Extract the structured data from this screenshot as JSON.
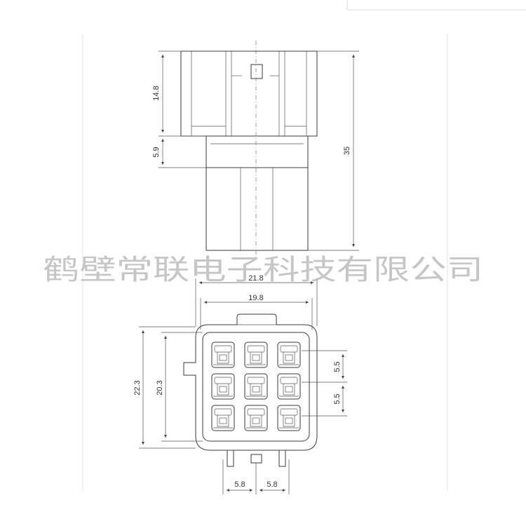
{
  "side_view": {
    "dim_upper_height": "14.8",
    "dim_step_height": "5.9",
    "dim_total_length": "35"
  },
  "front_view": {
    "dim_outer_width": "21.8",
    "dim_inner_width": "19.8",
    "dim_outer_height": "22.3",
    "dim_inner_height": "20.3",
    "dim_pitch_1": "5.5",
    "dim_pitch_2": "5.5",
    "dim_bottom_pitch_1": "5.8",
    "dim_bottom_pitch_2": "5.8",
    "terminal_rows": 3,
    "terminal_cols": 3
  },
  "watermark": {
    "text": "鹤壁常联电子科技有限公司"
  },
  "colors": {
    "line": "#3a3a3a",
    "watermark": "#b4b4b4"
  }
}
